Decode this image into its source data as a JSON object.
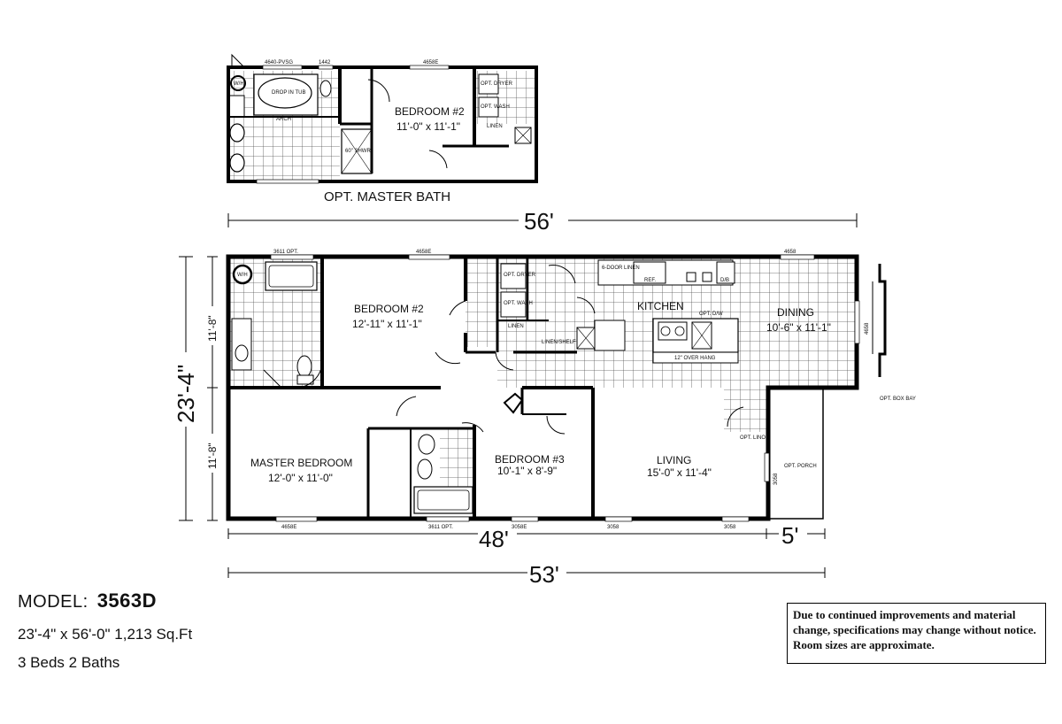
{
  "top_plan": {
    "caption": "OPT. MASTER BATH",
    "labels": {
      "window_1": "4640-PVSG",
      "window_2": "1442",
      "window_3": "4658E",
      "wh": "W/H",
      "tub": "DROP IN TUB",
      "shower": "60\" SHWR",
      "arch": "ARCH",
      "dryer": "OPT. DRYER",
      "wash": "OPT. WASH",
      "linen": "LINEN"
    },
    "bedroom": {
      "name": "BEDROOM #2",
      "size": "11'-0\" x 11'-1\""
    }
  },
  "main_plan": {
    "dims": {
      "overall_top": "56'",
      "height": "23'-4\"",
      "upper_half": "11'-8\"",
      "lower_half": "11'-8\"",
      "body": "48'",
      "porch": "5'",
      "overall_bottom": "53'"
    },
    "windows": {
      "top_1": "3611 OPT.",
      "top_2": "4658E",
      "top_3": "4658",
      "right": "4658",
      "bottom_1": "4658E",
      "bottom_2": "3611 OPT.",
      "bottom_3": "3058E",
      "bottom_4": "3058",
      "bottom_5": "3058",
      "porch_side": "3058"
    },
    "rooms": {
      "bedroom2": {
        "name": "BEDROOM #2",
        "size": "12'-11\" x 11'-1\""
      },
      "kitchen": {
        "name": "KITCHEN"
      },
      "dining": {
        "name": "DINING",
        "size": "10'-6\" x 11'-1\""
      },
      "master": {
        "name": "MASTER BEDROOM",
        "size": "12'-0\" x 11'-0\""
      },
      "bedroom3": {
        "name": "BEDROOM #3",
        "size": "10'-1\" x 8'-9\""
      },
      "living": {
        "name": "LIVING",
        "size": "15'-0\" x 11'-4\""
      }
    },
    "fixtures": {
      "wh": "W/H",
      "dryer": "OPT. DRYER",
      "wash": "OPT. WASH",
      "linen": "LINEN",
      "linen_shelf": "LINEN/SHELF",
      "door_linen": "6-DOOR LINEN",
      "ref": "REF.",
      "db": "D/B",
      "opt_dw": "OPT. D/W",
      "overhang": "12\" OVER HANG",
      "opt_lino": "OPT. LINO",
      "opt_porch": "OPT. PORCH",
      "box_bay": "OPT. BOX BAY"
    }
  },
  "model": {
    "label": "MODEL:",
    "number": "3563D"
  },
  "info": {
    "size_line": "23'-4\" x 56'-0\"   1,213 Sq.Ft",
    "beds_line": "3 Beds 2 Baths"
  },
  "disclaimer": "Due to continued improvements and material change, specifications may change without notice. Room sizes are approximate."
}
